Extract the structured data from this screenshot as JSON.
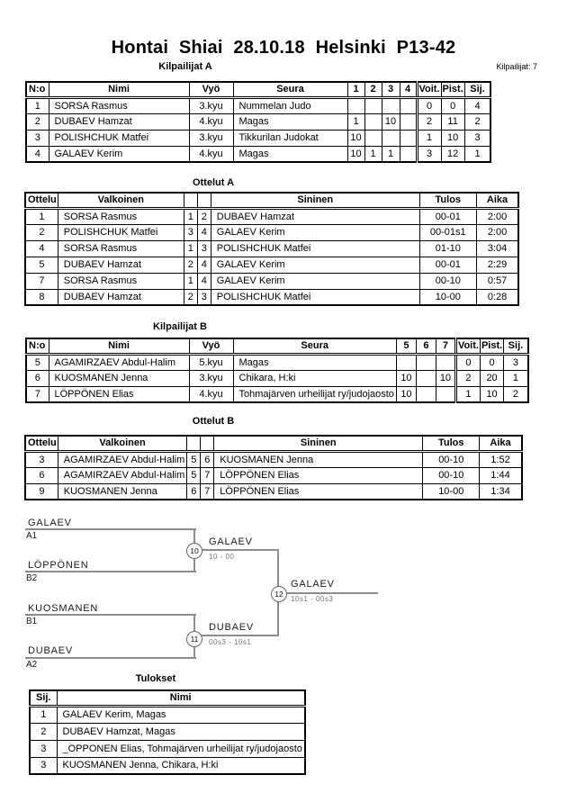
{
  "page": {
    "title": "Hontai Shiai 28.10.18 Helsinki P13-42",
    "competitors_note": "Kilpailijat: 7"
  },
  "colors": {
    "bracket_line": "#8c8c8c",
    "text": "#000000"
  },
  "sections": {
    "kilpailijat_a": {
      "title": "Kilpailijat A",
      "headers": [
        "N:o",
        "Nimi",
        "Vyö",
        "Seura",
        "1",
        "2",
        "3",
        "4",
        "Voit.",
        "Pist.",
        "Sij."
      ],
      "rows": [
        [
          "1",
          "SORSA Rasmus",
          "3.kyu",
          "Nummelan Judo",
          "",
          "",
          "",
          "",
          "0",
          "0",
          "4"
        ],
        [
          "2",
          "DUBAEV Hamzat",
          "4.kyu",
          "Magas",
          "1",
          "",
          "10",
          "",
          "2",
          "11",
          "2"
        ],
        [
          "3",
          "POLISHCHUK Matfei",
          "3.kyu",
          "Tikkurilan Judokat",
          "10",
          "",
          "",
          "",
          "1",
          "10",
          "3"
        ],
        [
          "4",
          "GALAEV Kerim",
          "4.kyu",
          "Magas",
          "10",
          "1",
          "1",
          "",
          "3",
          "12",
          "1"
        ]
      ]
    },
    "ottelut_a": {
      "title": "Ottelut A",
      "headers": [
        "Ottelu",
        "Valkoinen",
        "",
        "",
        "Sininen",
        "Tulos",
        "Aika"
      ],
      "rows": [
        [
          "1",
          "SORSA Rasmus",
          "1",
          "2",
          "DUBAEV Hamzat",
          "00-01",
          "2:00"
        ],
        [
          "2",
          "POLISHCHUK Matfei",
          "3",
          "4",
          "GALAEV Kerim",
          "00-01s1",
          "2:00"
        ],
        [
          "4",
          "SORSA Rasmus",
          "1",
          "3",
          "POLISHCHUK Matfei",
          "01-10",
          "3:04"
        ],
        [
          "5",
          "DUBAEV Hamzat",
          "2",
          "4",
          "GALAEV Kerim",
          "00-01",
          "2:29"
        ],
        [
          "7",
          "SORSA Rasmus",
          "1",
          "4",
          "GALAEV Kerim",
          "00-10",
          "0:57"
        ],
        [
          "8",
          "DUBAEV Hamzat",
          "2",
          "3",
          "POLISHCHUK Matfei",
          "10-00",
          "0:28"
        ]
      ]
    },
    "kilpailijat_b": {
      "title": "Kilpailijat B",
      "headers": [
        "N:o",
        "Nimi",
        "Vyö",
        "Seura",
        "5",
        "6",
        "7",
        "Voit.",
        "Pist.",
        "Sij."
      ],
      "rows": [
        [
          "5",
          "AGAMIRZAEV Abdul-Halim",
          "5.kyu",
          "Magas",
          "",
          "",
          "",
          "0",
          "0",
          "3"
        ],
        [
          "6",
          "KUOSMANEN Jenna",
          "3.kyu",
          "Chikara, H:ki",
          "10",
          "",
          "10",
          "2",
          "20",
          "1"
        ],
        [
          "7",
          "LÖPPÖNEN Elias",
          "4.kyu",
          "Tohmajärven urheilijat ry/judojaosto",
          "10",
          "",
          "",
          "1",
          "10",
          "2"
        ]
      ]
    },
    "ottelut_b": {
      "title": "Ottelut B",
      "headers": [
        "Ottelu",
        "Valkoinen",
        "",
        "",
        "Sininen",
        "Tulos",
        "Aika"
      ],
      "rows": [
        [
          "3",
          "AGAMIRZAEV Abdul-Halim",
          "5",
          "6",
          "KUOSMANEN Jenna",
          "00-10",
          "1:52"
        ],
        [
          "6",
          "AGAMIRZAEV Abdul-Halim",
          "5",
          "7",
          "LÖPPÖNEN Elias",
          "00-10",
          "1:44"
        ],
        [
          "9",
          "KUOSMANEN Jenna",
          "6",
          "7",
          "LÖPPÖNEN Elias",
          "10-00",
          "1:34"
        ]
      ]
    },
    "bracket": {
      "semifinal1": {
        "top_name": "GALAEV",
        "top_seed": "A1",
        "bottom_name": "LÖPPÖNEN",
        "bottom_seed": "B2",
        "match_no": "10",
        "winner": "GALAEV",
        "score": "10 - 00"
      },
      "semifinal2": {
        "top_name": "KUOSMANEN",
        "top_seed": "B1",
        "bottom_name": "DUBAEV",
        "bottom_seed": "A2",
        "match_no": "11",
        "winner": "DUBAEV",
        "score": "00s3 - 10s1"
      },
      "final": {
        "match_no": "12",
        "winner": "GALAEV",
        "score": "10s1 - 00s3"
      }
    },
    "tulokset": {
      "title": "Tulokset",
      "headers": [
        "Sij.",
        "Nimi"
      ],
      "rows": [
        [
          "1",
          "GALAEV Kerim, Magas"
        ],
        [
          "2",
          "DUBAEV Hamzat, Magas"
        ],
        [
          "3",
          "_OPPONEN Elias, Tohmajärven urheilijat ry/judojaosto"
        ],
        [
          "3",
          "KUOSMANEN Jenna, Chikara, H:ki"
        ]
      ]
    }
  }
}
